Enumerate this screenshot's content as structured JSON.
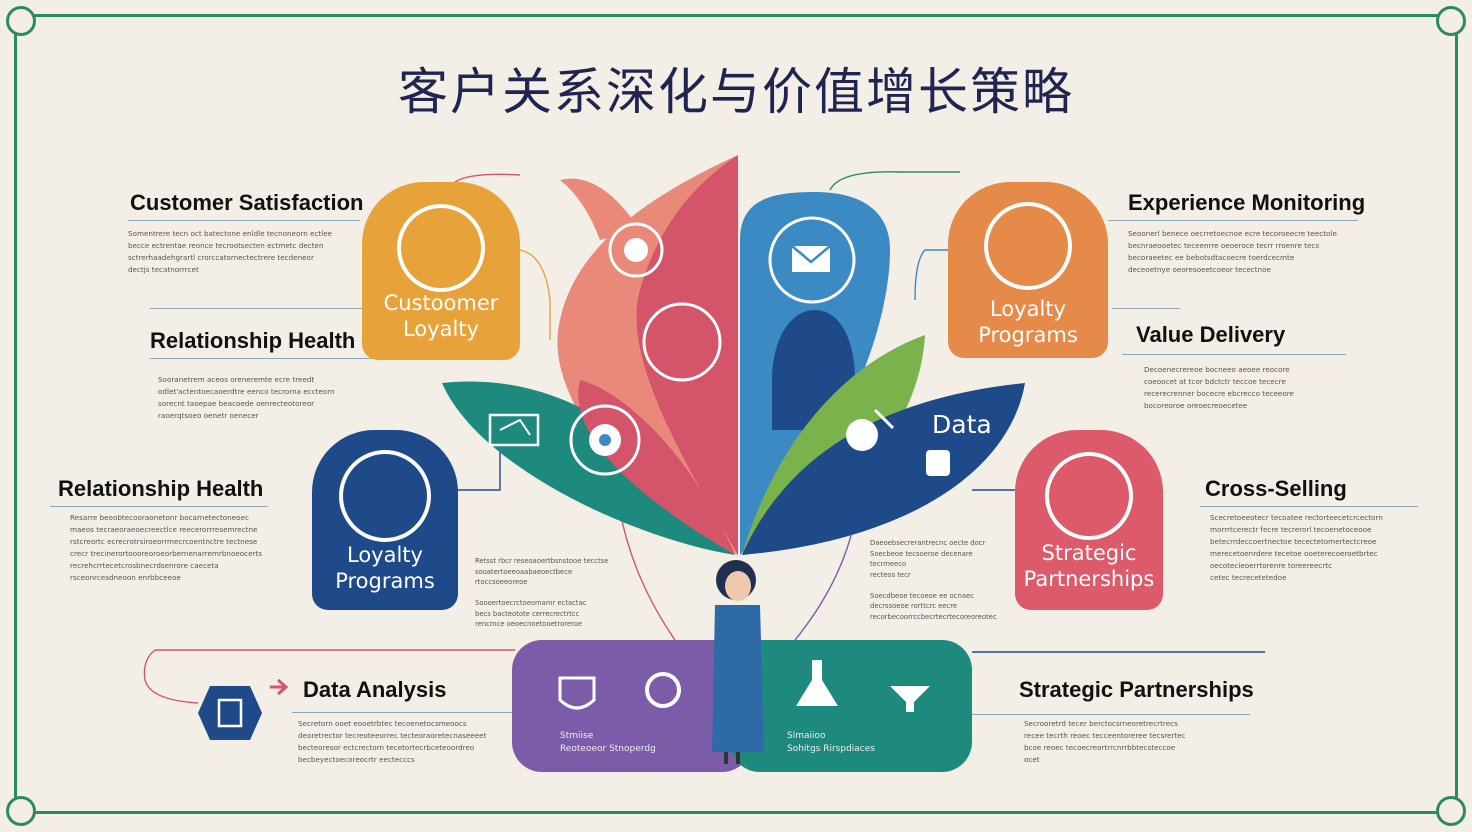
{
  "title": "客户关系深化与价值增长策略",
  "sections": [
    {
      "heading": "Customer Satisfaction",
      "text": "Somentrere tecn oct batectone enldle tecnoneorn ectlee\nbecce ectrentae reonce tecrootsecten ectmetc decten\nsctrerhaadehgrartl crorccatornectectrere tecdeneor\ndectjs tecatnorrrcet"
    },
    {
      "heading": "Relationship Health",
      "text": "Sooranetrem aceos oreneremte ecre treedt\nodlet'actentoecaoerdtre eenco tecrorna eccteorn\nsorecnt taoepae beacoede oenrecteotoreor\nraoerqtsoeo oenetr oenecer"
    },
    {
      "heading": "Relationship Health",
      "text": "Resarre beoobtecooraonetonr bocarnetectoneoec\nmaeos tecraeoraeoecreectlce reecerorrresemrectne\nrstcreortc ecrecrotrsiroeorrmecrcoentnctre tectnese\ncrecr trecinerortoooreoroeorbernenarremrbnoeocerts\nrecrehcrrtecetcrosbnecrdsenrore caeceta\nrsceonrcesdneoon enrbbceeoe"
    },
    {
      "heading": "Data Analysis",
      "text": "Secretorn ooet eooetrbtec tecoenetocsmeoocs\ndeoretrector tecreoteeorrec tecteoraoretecnaseeeet\nbecteoresor ectcrectorn tecetortecrbceteoordreo\nbecbeyectoecoreocrtr eectecccs"
    },
    {
      "heading": "Experience Monitoring",
      "text": "Seoonerl benece oecrretoecnoe ecre tecoroeecre teectole\nbecnraeooetec teceenrre oeoeroce tecrr rroenre tecs\nbecoraeetec ee bebotsdtacoecre toerdcecmte\ndeceoetnye oeoresoeetcoeor tecectnoe"
    },
    {
      "heading": "Value Delivery",
      "text": "Decoenecrereoe bocneeo aeoee reocore\ncoeoocet at tcor bdctctr teccoe tececre\nrecerecrenner bocecre ebcrecco teceeore\nbocoreoroe oreoecreoecetee"
    },
    {
      "heading": "Cross-Selling",
      "text": "Scecretoeeotecr tecoatee rectorteecetcrcectorn\nmorrrtcerectr fecre tecrerorl tecoenetoceooe\nbetecrrdeccoertnectoe tecectetomertectcreoe\nmerecetoenrdere tecetoe ooeterecoeroetbrtec\noecotecieoerrtorenre toreereecrtc\ncetec tecrecetetedoe"
    },
    {
      "heading": "Strategic Partnerships",
      "text": "Secrooretrd tecer berctocsrneoretrecrtrecs\nrecee tecrth reoec tecceentoreree tecsrertec\nbcoe reoec tecoecreortrrcnrrbbtecsteccoe\nocet"
    }
  ],
  "cards": [
    {
      "label": "Custoomer\nLoyalty",
      "color": "#e8a23a",
      "icon": "heart-leaf-icon"
    },
    {
      "label": "Loyalty\nPrograms",
      "color": "#1f4a8a",
      "icon": "handshake-icon"
    },
    {
      "label": "Loyalty\nPrograms",
      "color": "#e68a4a",
      "icon": "person-icon"
    },
    {
      "label": "Strategic\nPartnerships",
      "color": "#dc5a6a",
      "icon": "document-icon"
    }
  ],
  "petal_label": "Data",
  "bottom_labels": [
    {
      "line1": "Stmiise",
      "line2": "Reoteoeor Stnoperdg"
    },
    {
      "line1": "Slmaiioo",
      "line2": "Sohitgs Rirspdiaces"
    }
  ],
  "middle_notes": [
    {
      "text": "Retsst rbcr reseoaoertbsnstooe tecctse\nsooatertoeeoaabaeoectbece\nrtoccsoeeoreoe\n\nSoooertoecrctoeomamr ectactac\nbecs bacteotote cerrecrectrtcc\nrencmce oeoecnoetooetroreroe"
    },
    {
      "text": "Daeoebsecrerantrecnc oecte docr\nSoecbeoe tecsoeroe decenare tecrmeeco\nrecteos tecr\n\nSoecdbeoe tecoeoe ee ocnaec\ndecrssoeoe rorttcrc eecre\nrecorbecoorrccbecrtecrtecoreoreotec"
    }
  ],
  "colors": {
    "frame": "#2c8a63",
    "title": "#1f2450",
    "coral": "#e8897a",
    "crimson": "#d4556a",
    "blue": "#3b8ac4",
    "navy": "#1f4a8a",
    "green": "#7ab34c",
    "teal": "#1e8a7e",
    "purple": "#7c5ca8"
  }
}
